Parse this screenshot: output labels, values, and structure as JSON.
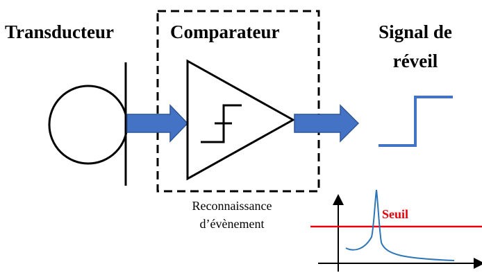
{
  "labels": {
    "transducteur": "Transducteur",
    "comparateur": "Comparateur",
    "signal_line1": "Signal de",
    "signal_line2": "réveil"
  },
  "caption": {
    "line1": "Reconnaissance",
    "line2": "d’évènement"
  },
  "threshold_label": "Seuil",
  "colors": {
    "arrow_fill": "#4472C4",
    "arrow_stroke": "#2F5597",
    "signal_step": "#4472C4",
    "threshold": "#E8000B",
    "peak_curve": "#2E75B6",
    "lines": "#000000"
  },
  "icons": [
    "transducer-circle",
    "membrane-line",
    "comparator-triangle",
    "hysteresis-symbol",
    "block-arrow-right",
    "step-signal",
    "axis-arrows"
  ]
}
